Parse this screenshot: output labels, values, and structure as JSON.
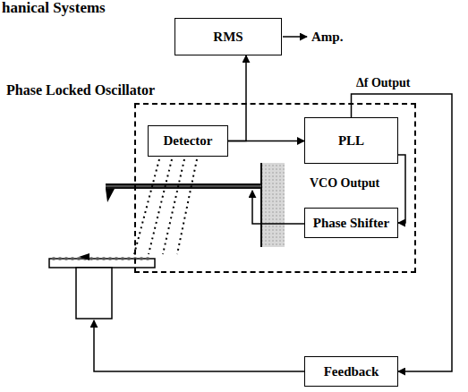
{
  "diagram": {
    "nodes": [
      {
        "text": [
          "RMS"
        ]
      },
      {
        "text": [
          "Phase Locked Oscillator"
        ]
      },
      {
        "text": [
          "Detector"
        ],
        "in": 1
      },
      {
        "text": [
          "PLL"
        ],
        "in": 1
      },
      {
        "text": [
          "Phase Shifter"
        ],
        "in": 1
      },
      {
        "text": [
          "Feedback"
        ]
      }
    ],
    "edges": [
      {
        "from": 2,
        "to": 0,
        "arrow": "to"
      },
      {
        "from": 2,
        "to": 3,
        "arrow": "to"
      },
      {
        "from": 3,
        "to": 4,
        "arrow": "to"
      },
      {
        "from": 3,
        "to": 5,
        "arrow": "to"
      }
    ],
    "labels": [
      "hanical Systems",
      "Amp.",
      "Δf Output",
      "VCO Output"
    ]
  }
}
